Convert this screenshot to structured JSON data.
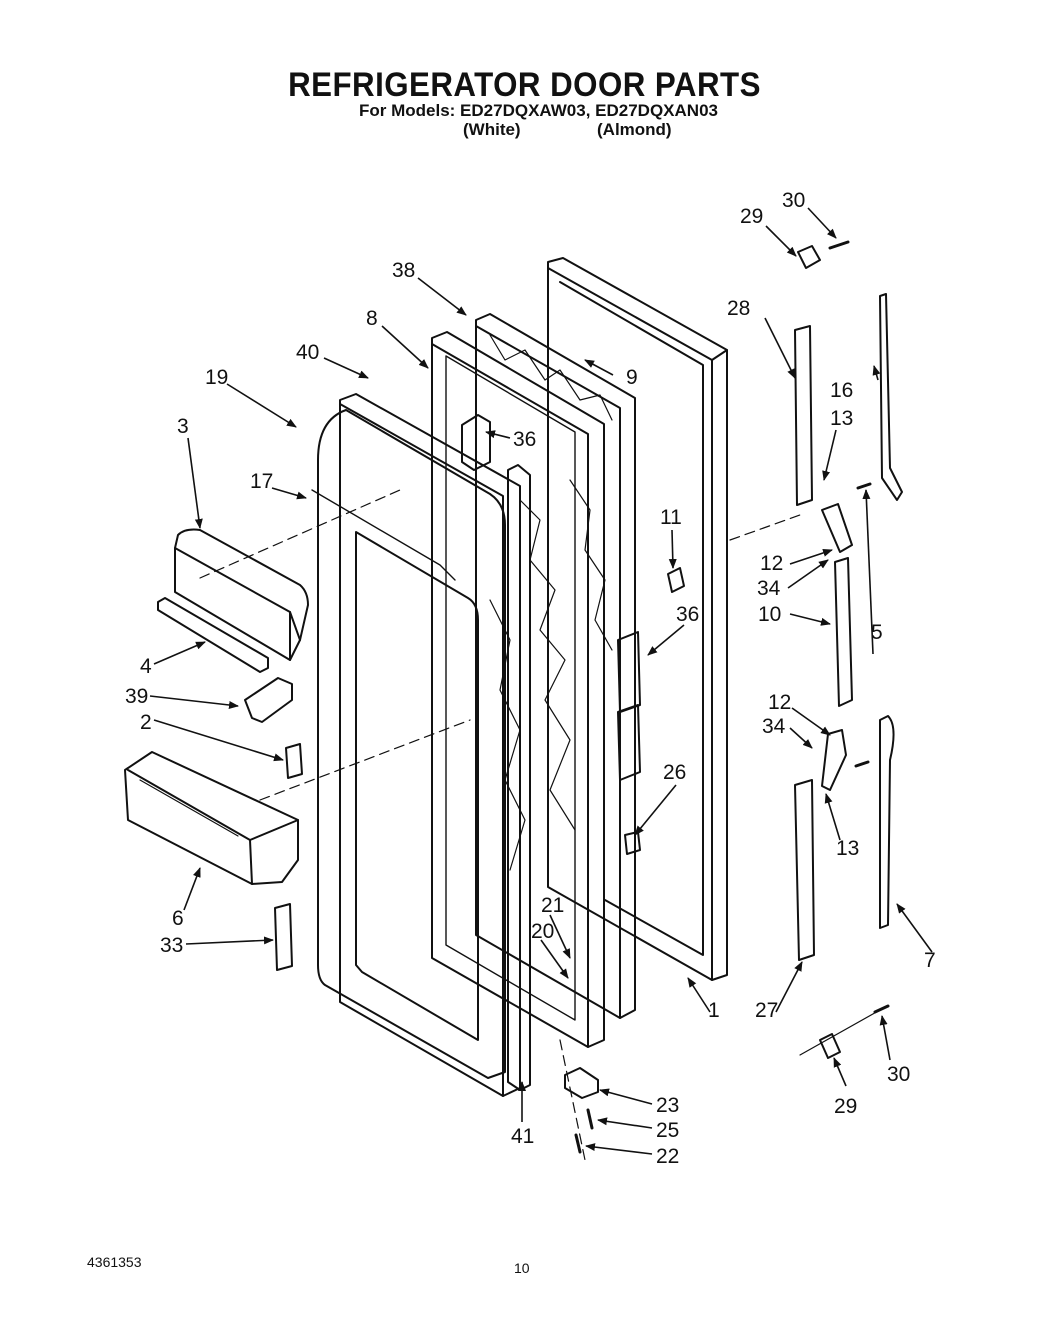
{
  "header": {
    "title": "REFRIGERATOR DOOR PARTS",
    "models_line": "For Models: ED27DQXAW03, ED27DQXAN03",
    "variant_white": "(White)",
    "variant_almond": "(Almond)"
  },
  "footer": {
    "document_number": "4361353",
    "page_number": "10"
  },
  "callouts": {
    "c1": "1",
    "c2": "2",
    "c3": "3",
    "c4": "4",
    "c5": "5",
    "c6": "6",
    "c7": "7",
    "c8": "8",
    "c9": "9",
    "c10": "10",
    "c11": "11",
    "c12a": "12",
    "c12b": "12",
    "c13a": "13",
    "c13b": "13",
    "c16": "16",
    "c17": "17",
    "c19": "19",
    "c20": "20",
    "c21": "21",
    "c22": "22",
    "c23": "23",
    "c25": "25",
    "c26": "26",
    "c27": "27",
    "c28": "28",
    "c29a": "29",
    "c29b": "29",
    "c30a": "30",
    "c30b": "30",
    "c33": "33",
    "c34a": "34",
    "c34b": "34",
    "c36a": "36",
    "c36b": "36",
    "c38": "38",
    "c39": "39",
    "c40": "40",
    "c41": "41"
  }
}
